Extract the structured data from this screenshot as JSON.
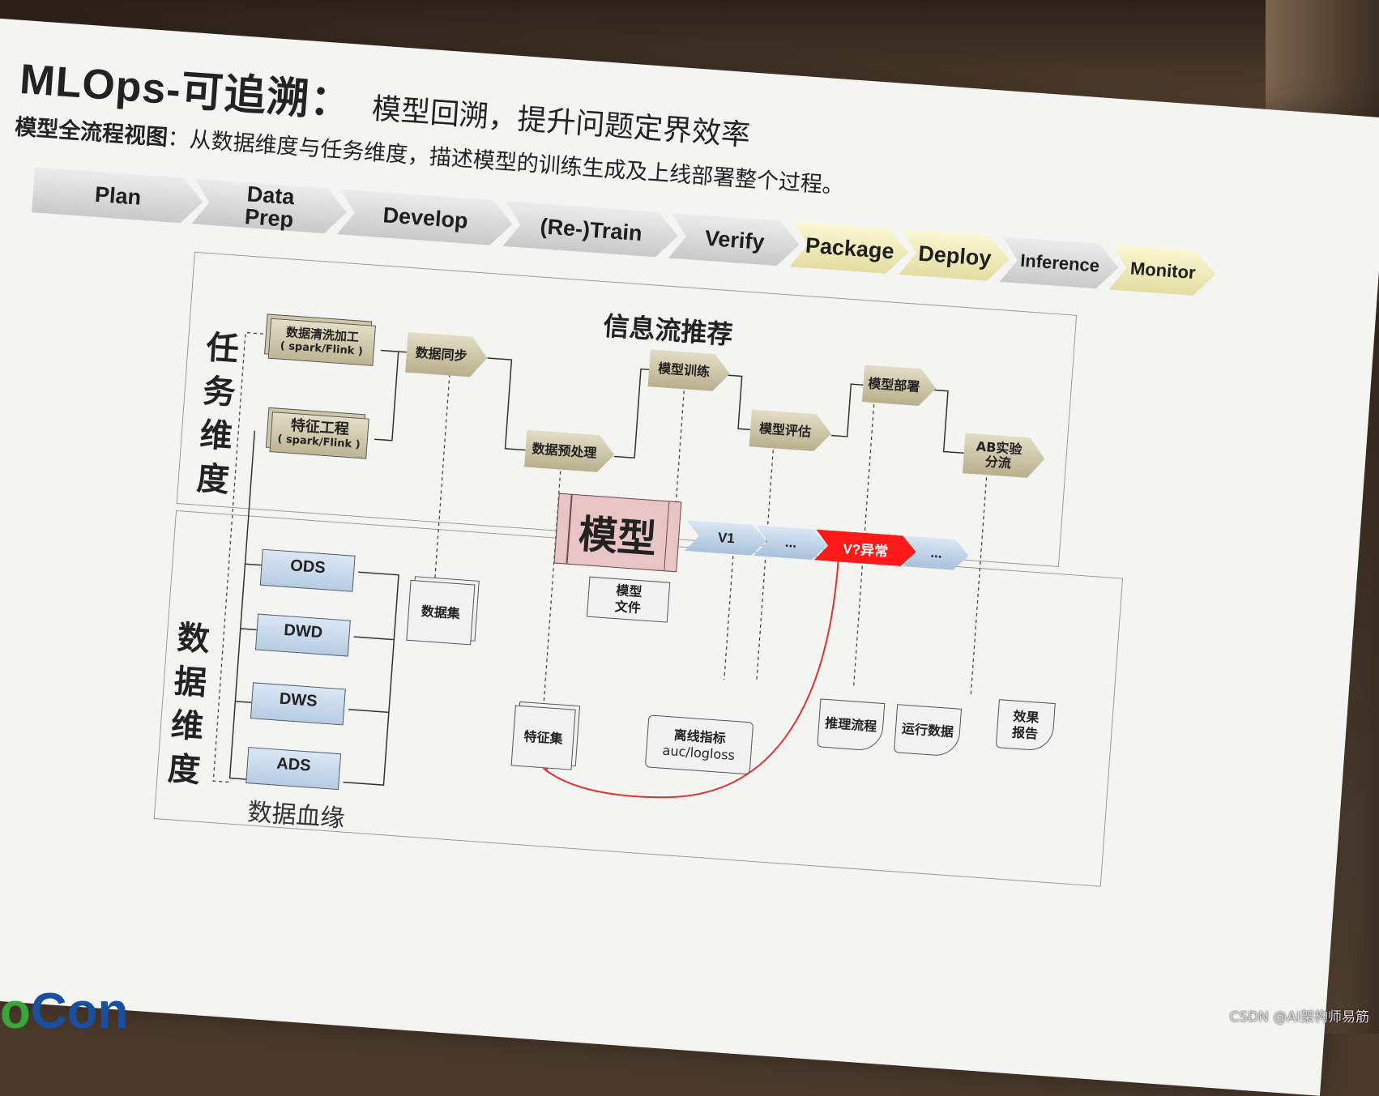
{
  "title": {
    "main": "MLOps-可追溯：",
    "sub": "模型回溯，提升问题定界效率"
  },
  "subtitle": {
    "bold": "模型全流程视图",
    "rest": "：从数据维度与任务维度，描述模型的训练生成及上线部署整个过程。"
  },
  "phases": [
    {
      "label": "Plan",
      "highlight": false
    },
    {
      "label": "Data Prep",
      "highlight": false
    },
    {
      "label": "Develop",
      "highlight": false
    },
    {
      "label": "(Re-)Train",
      "highlight": false
    },
    {
      "label": "Verify",
      "highlight": false
    },
    {
      "label": "Package",
      "highlight": true
    },
    {
      "label": "Deploy",
      "highlight": true
    },
    {
      "label": "Inference",
      "highlight": false
    },
    {
      "label": "Monitor",
      "highlight": true
    }
  ],
  "diagram": {
    "heading": "信息流推荐",
    "task_dimension": "任务维度",
    "data_dimension": "数据维度",
    "tasks": {
      "clean": {
        "line1": "数据清洗加工",
        "line2": "( spark/Flink )"
      },
      "feature": {
        "line1": "特征工程",
        "line2": "( spark/Flink )"
      },
      "sync": "数据同步",
      "preprocess": "数据预处理",
      "train": "模型训练",
      "evaluate": "模型评估",
      "deploy": "模型部署",
      "ab": {
        "line1": "AB实验",
        "line2": "分流"
      }
    },
    "model": "模型",
    "versions": [
      "V1",
      "...",
      "V?异常",
      "..."
    ],
    "data_layers": [
      "ODS",
      "DWD",
      "DWS",
      "ADS"
    ],
    "lineage": "数据血缘",
    "artifacts": {
      "dataset": "数据集",
      "model_file": {
        "line1": "模型",
        "line2": "文件"
      },
      "feature_set": "特征集",
      "offline_metric": {
        "line1": "离线指标",
        "line2": "auc/logloss"
      },
      "inference_flow": "推理流程",
      "runtime_data": "运行数据",
      "effect_report": {
        "line1": "效果",
        "line2": "报告"
      }
    },
    "colors": {
      "alert": "#ff1a1a",
      "task_fill": "#cfc8a6",
      "data_fill": "#c6d7ea",
      "model_fill": "#e8c4c6"
    }
  },
  "footer": {
    "logo_prefix": "o",
    "logo_rest": "Con",
    "watermark": "CSDN @AI架构师易筋"
  }
}
